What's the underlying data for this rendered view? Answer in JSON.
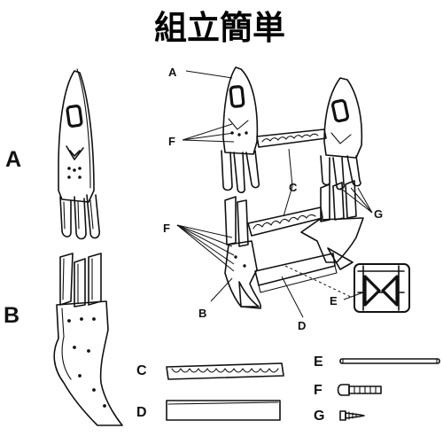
{
  "title": "組立簡単",
  "side_labels": {
    "a": "A",
    "b": "B"
  },
  "callouts": {
    "a": "A",
    "f_upper": "F",
    "c": "C",
    "g": "G",
    "f_lower": "F",
    "e": "E",
    "b": "B",
    "d": "D"
  },
  "legend": {
    "c": "C",
    "d": "D",
    "e": "E",
    "f": "F",
    "g": "G"
  }
}
